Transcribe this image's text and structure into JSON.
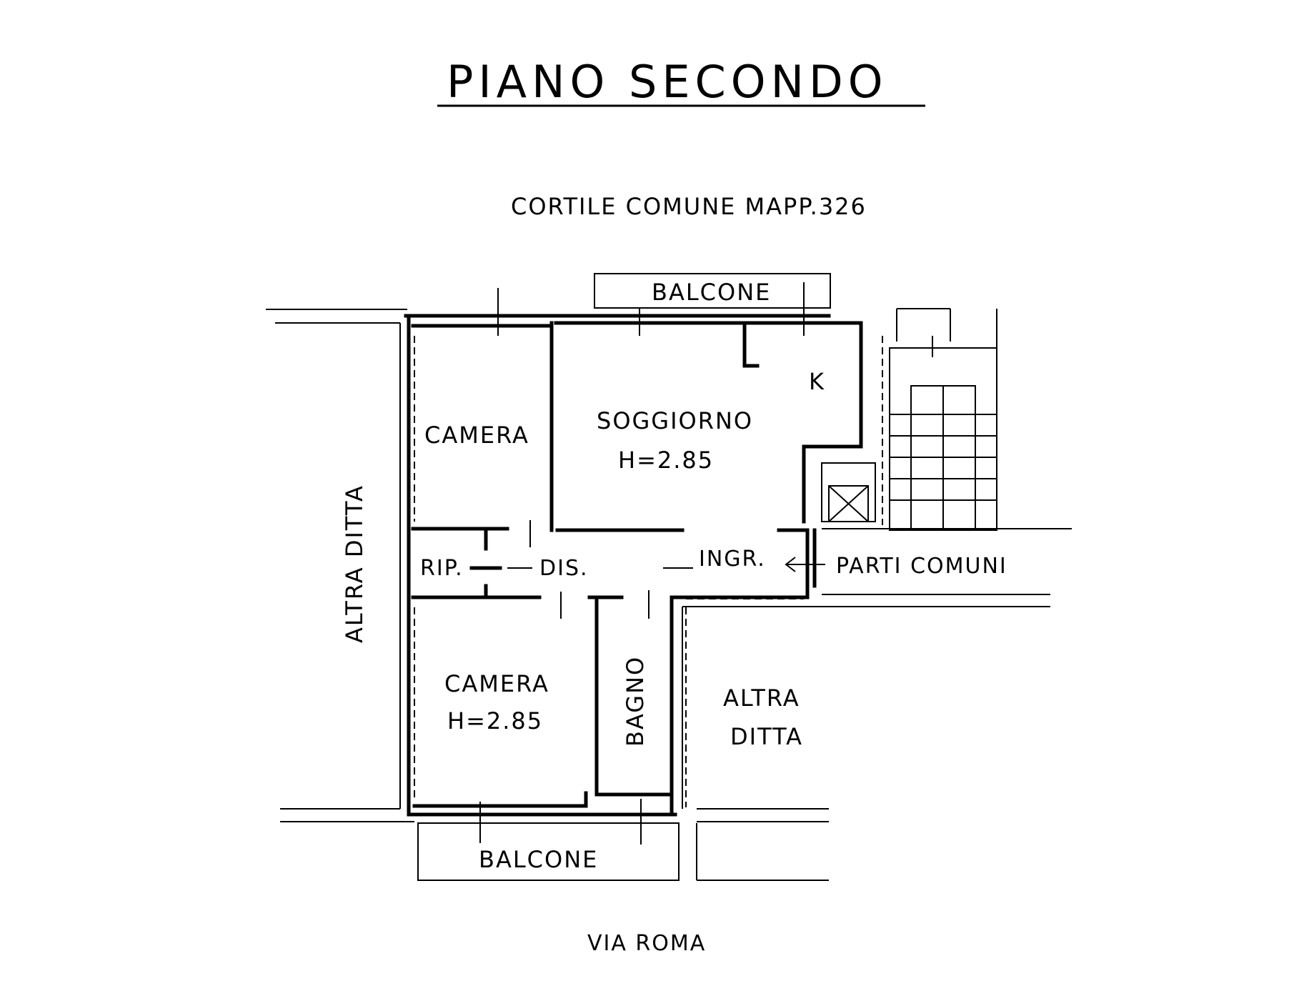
{
  "title": "PIANO SECONDO",
  "labels": {
    "courtyard": "CORTILE COMUNE MAPP.326",
    "balcony_top": "BALCONE",
    "balcony_bottom": "BALCONE",
    "kitchen": "K",
    "living_room": "SOGGIORNO",
    "living_height": "H=2.85",
    "bedroom_1": "CAMERA",
    "bedroom_2": "CAMERA",
    "bedroom_2_height": "H=2.85",
    "closet": "RIP.",
    "hallway": "DIS.",
    "entrance": "INGR.",
    "common_parts": "PARTI COMUNI",
    "bathroom": "BAGNO",
    "other_company_left": "ALTRA DITTA",
    "other_company_right_1": "ALTRA",
    "other_company_right_2": "DITTA",
    "street": "VIA ROMA"
  }
}
